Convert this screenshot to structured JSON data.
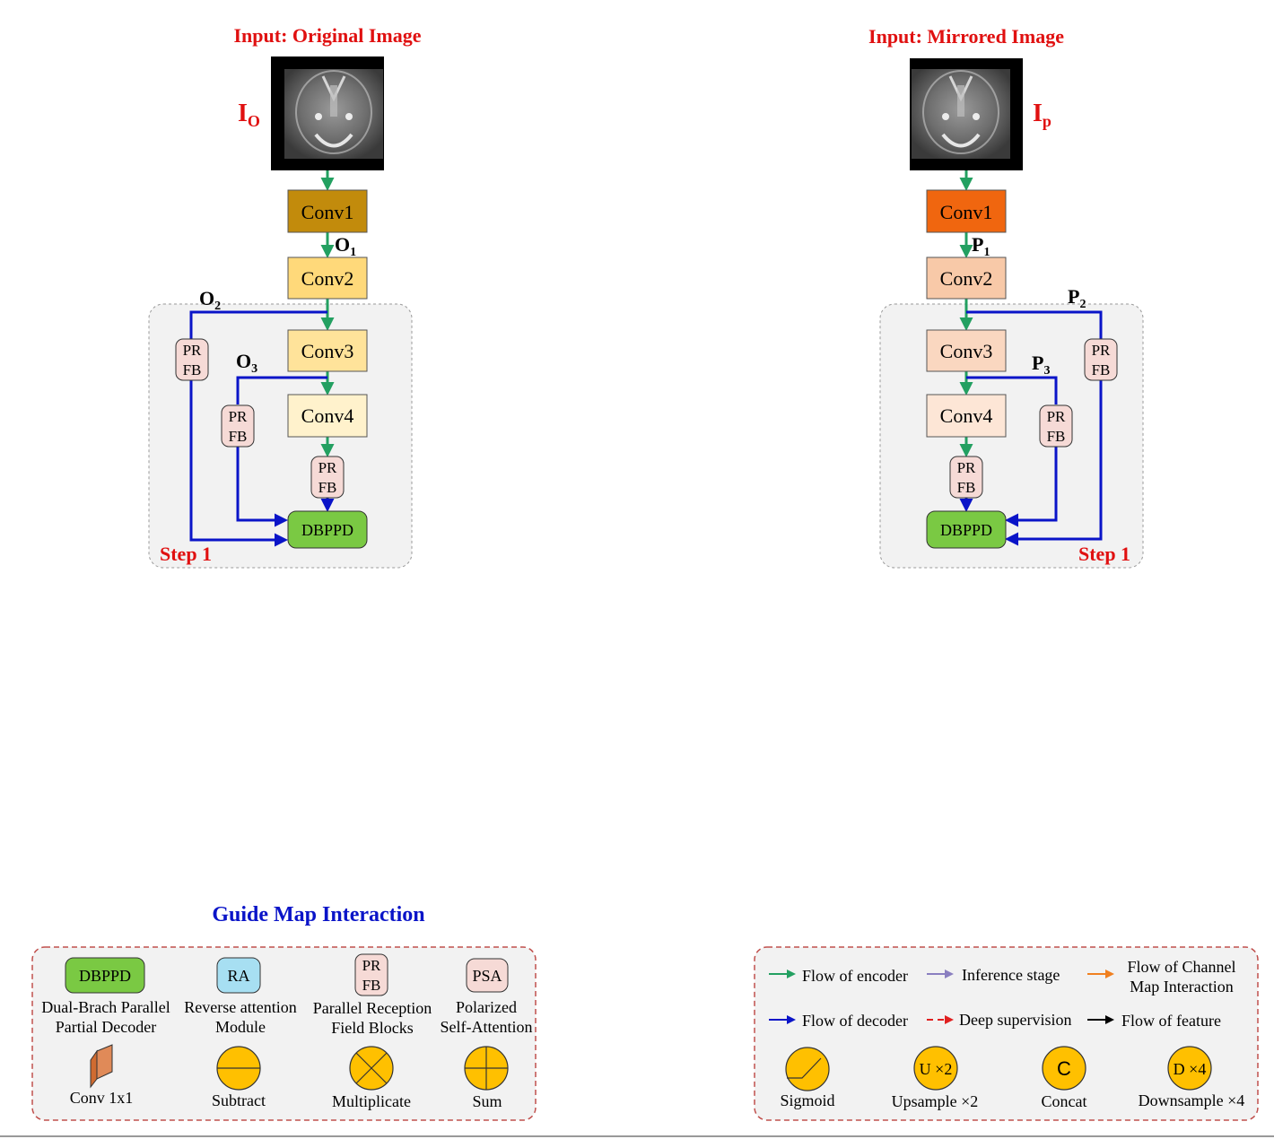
{
  "left": {
    "input_title": "Input: Original Image",
    "io_main": "I",
    "io_sub": "O",
    "conv1": "Conv1",
    "conv2": "Conv2",
    "conv3": "Conv3",
    "conv4": "Conv4",
    "o1_main": "O",
    "o1_sub": "1",
    "o2_main": "O",
    "o2_sub": "2",
    "o3_main": "O",
    "o3_sub": "3",
    "prfb_line1": "PR",
    "prfb_line2": "FB",
    "decoder": "DBPPD",
    "step": "Step 1"
  },
  "right": {
    "input_title": "Input: Mirrored Image",
    "ip_main": "I",
    "ip_sub": "p",
    "conv1": "Conv1",
    "conv2": "Conv2",
    "conv3": "Conv3",
    "conv4": "Conv4",
    "p1_main": "P",
    "p1_sub": "1",
    "p2_main": "P",
    "p2_sub": "2",
    "p3_main": "P",
    "p3_sub": "3",
    "prfb_line1": "PR",
    "prfb_line2": "FB",
    "decoder": "DBPPD",
    "step": "Step 1"
  },
  "legend_left": {
    "title": "Guide Map Interaction",
    "dbppd_label": "DBPPD",
    "dbppd_desc1": "Dual-Brach Parallel",
    "dbppd_desc2": "Partial Decoder",
    "ra_label": "RA",
    "ra_desc1": "Reverse attention",
    "ra_desc2": "Module",
    "prfb_line1": "PR",
    "prfb_line2": "FB",
    "prfb_desc1": "Parallel Reception",
    "prfb_desc2": "Field Blocks",
    "psa_label": "PSA",
    "psa_desc1": "Polarized",
    "psa_desc2": "Self-Attention",
    "conv1x1": "Conv 1x1",
    "subtract": "Subtract",
    "multiplicate": "Multiplicate",
    "sum": "Sum"
  },
  "legend_right": {
    "flow_encoder": "Flow of encoder",
    "inference_stage": "Inference stage",
    "flow_channel1": "Flow of Channel",
    "flow_channel2": "Map Interaction",
    "flow_decoder": "Flow of decoder",
    "deep_supervision": "Deep supervision",
    "flow_feature": "Flow of feature",
    "sigmoid": "Sigmoid",
    "upsample_symbol": "U ×2",
    "upsample": "Upsample ×2",
    "concat_symbol": "C",
    "concat": "Concat",
    "downsample_symbol": "D ×4",
    "downsample": "Downsample ×4"
  },
  "colors": {
    "title_red": "#e01010",
    "title_blue": "#0a14c8",
    "encoder_green": "#23a061",
    "decoder_blue": "#0a14c8",
    "inference_purple": "#8a7fc0",
    "channel_orange": "#f08020",
    "supervision_red": "#e02020",
    "left_conv1": "#c28b0c",
    "left_conv2": "#ffd97a",
    "left_conv3": "#ffe39a",
    "left_conv4": "#fff2cc",
    "right_conv1": "#f0660f",
    "right_conv2": "#f8c9a8",
    "right_conv3": "#fad7c0",
    "right_conv4": "#fde6d6",
    "prfb_fill": "#f6dad6",
    "dbppd_fill": "#7ac943",
    "ra_fill": "#a7dff2",
    "op_fill": "#ffc000",
    "panel_fill": "#f2f2f2"
  },
  "icons": [
    "ct-scan-image",
    "conv1x1-icon",
    "subtract-icon",
    "multiplicate-icon",
    "sum-icon",
    "sigmoid-icon",
    "upsample-icon",
    "concat-icon",
    "downsample-icon"
  ]
}
